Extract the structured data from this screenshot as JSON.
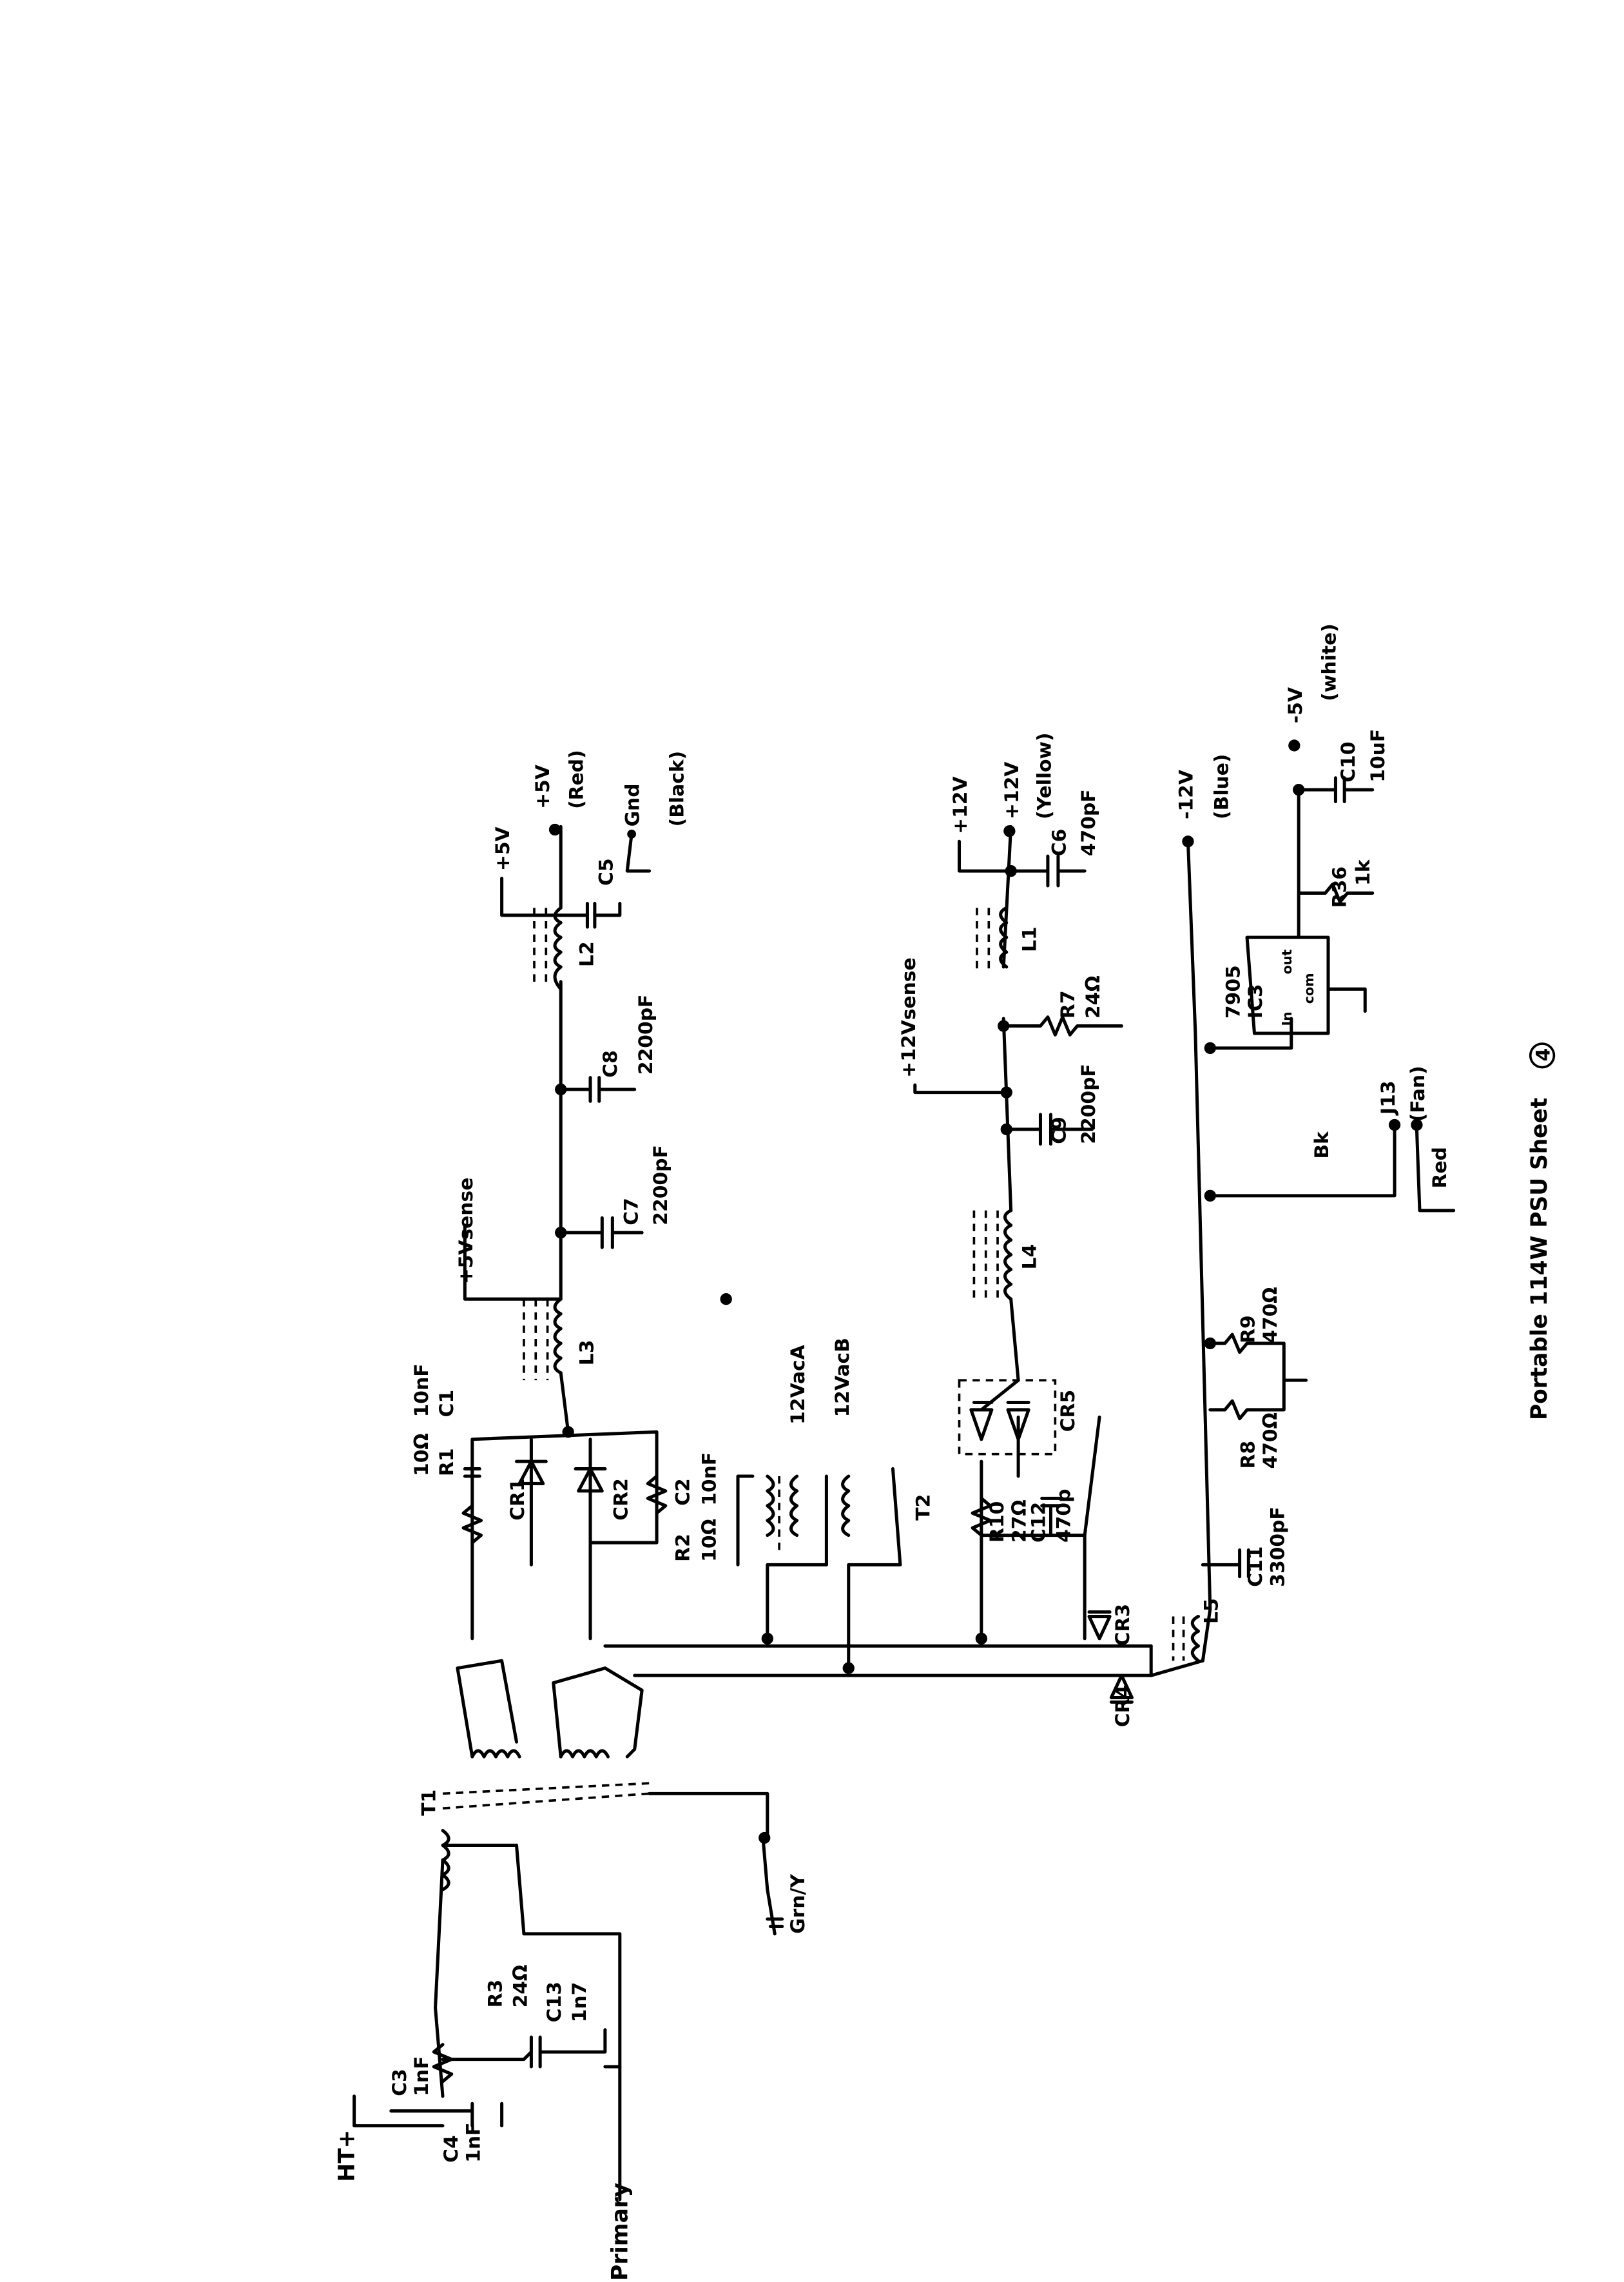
{
  "title": "Portable 114W PSU Sheet",
  "sheet_number": "4",
  "outputs": {
    "p5v": "+5V",
    "p5v_color": "(Red)",
    "gnd": "Gnd",
    "gnd_color": "(Black)",
    "p5v_sense_out": "+5V",
    "p5v_sense": "+5Vsense",
    "p12v_sense_out": "+12V",
    "p12v": "+12V",
    "p12v_color": "(Yellow)",
    "p12v_sense": "+12Vsense",
    "m12v": "-12V",
    "m12v_color": "(Blue)",
    "m5v": "-5V",
    "m5v_color": "(white)",
    "fan": "J13",
    "fan_color": "(Fan)",
    "fan_bk": "Bk",
    "fan_red": "Red",
    "grn_y": "Grn/Y",
    "ht_plus": "HT+",
    "primary": "Primary"
  },
  "components": {
    "C5": "C5",
    "L2": "L2",
    "C8": "C8",
    "C8_val": "2200pF",
    "C7": "C7",
    "C7_val": "2200pF",
    "L3": "L3",
    "R1": "R1",
    "R1_val": "10Ω",
    "C1": "C1",
    "C1_val": "10nF",
    "CR1": "CR1",
    "CR2": "CR2",
    "R2": "R2",
    "R2_val": "10Ω",
    "C2": "C2",
    "C2_val": "10nF",
    "T1": "T1",
    "T2": "T2",
    "T2_a": "12VacA",
    "T2_b": "12VacB",
    "R3": "R3",
    "R3_val": "24Ω",
    "C13": "C13",
    "C13_val": "1n7",
    "C3": "C3",
    "C3_val": "1nF",
    "C4": "C4",
    "C4_val": "1nF",
    "C6": "C6",
    "C6_val": "470pF",
    "L1": "L1",
    "R7": "R7",
    "R7_val": "24Ω",
    "C9": "C9",
    "C9_val": "2200pF",
    "L4": "L4",
    "CR5": "CR5",
    "R10": "R10",
    "R10_val": "27Ω",
    "C12": "C12",
    "C12_val": "470p",
    "CR3": "CR3",
    "CR4": "CR4",
    "L5": "L5",
    "C11": "C11",
    "C11_val": "3300pF",
    "R8": "R8",
    "R8_val": "470Ω",
    "R9": "R9",
    "R9_val": "470Ω",
    "IC3": "7905",
    "IC3_ref": "IC3",
    "IC3_in": "In",
    "IC3_out": "out",
    "IC3_com": "com",
    "R36": "R36",
    "R36_val": "1k",
    "C10": "C10",
    "C10_val": "10uF"
  }
}
